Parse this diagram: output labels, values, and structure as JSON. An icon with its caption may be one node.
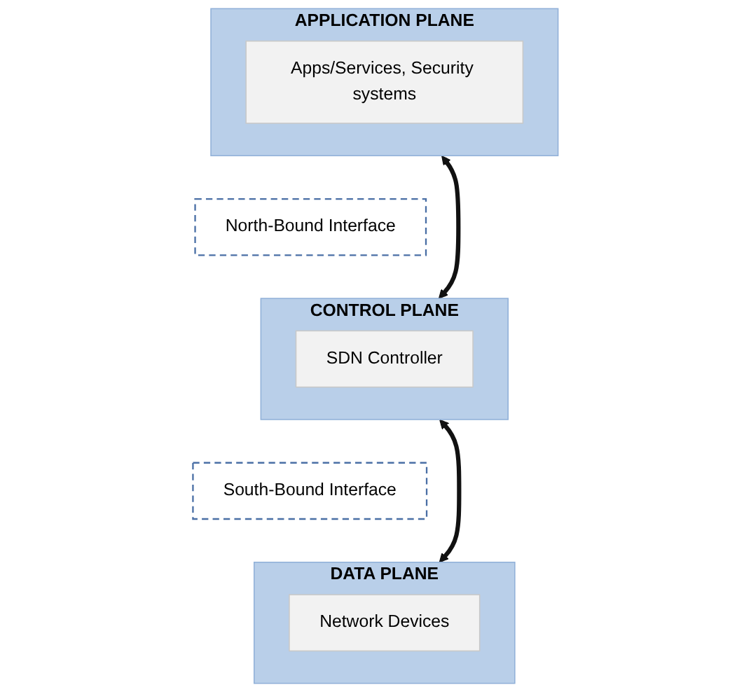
{
  "diagram": {
    "nodes": [
      {
        "text": [
          "APPLICATION PLANE"
        ]
      },
      {
        "text": [
          "Apps/Services, Security systems"
        ],
        "in": 0
      },
      {
        "text": [
          "North-Bound Interface"
        ]
      },
      {
        "text": [
          "CONTROL PLANE"
        ]
      },
      {
        "text": [
          "SDN Controller"
        ],
        "in": 3
      },
      {
        "text": [
          "South-Bound Interface"
        ]
      },
      {
        "text": [
          "DATA PLANE"
        ]
      },
      {
        "text": [
          "Network Devices"
        ],
        "in": 6
      }
    ],
    "edges": [
      {
        "from": 0,
        "to": 3,
        "arrow": "both"
      },
      {
        "from": 3,
        "to": 6,
        "arrow": "both"
      }
    ]
  }
}
